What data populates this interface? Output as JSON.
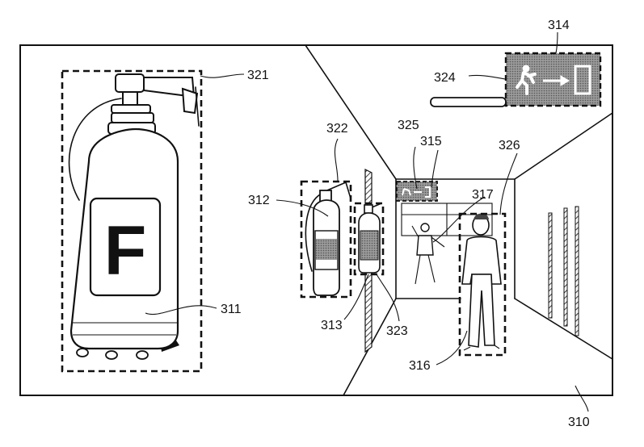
{
  "labels": {
    "frame": "310",
    "big_extinguisher": "311",
    "extinguisher_a": "312",
    "extinguisher_b": "313",
    "exit_sign_big": "314",
    "exit_sign_small": "315",
    "person_near": "316",
    "person_far": "317",
    "box_big_extinguisher": "321",
    "box_extinguisher_a": "322",
    "box_extinguisher_b": "323",
    "box_exit_sign_big": "324",
    "box_exit_sign_small": "325",
    "box_person_near": "326"
  },
  "extinguisher_letter": "F",
  "colors": {
    "ink": "#111111",
    "hatch_fill": "#8a8a8a",
    "background": "#ffffff"
  },
  "icons": {
    "exit_sign": "running-man-exit-icon"
  }
}
